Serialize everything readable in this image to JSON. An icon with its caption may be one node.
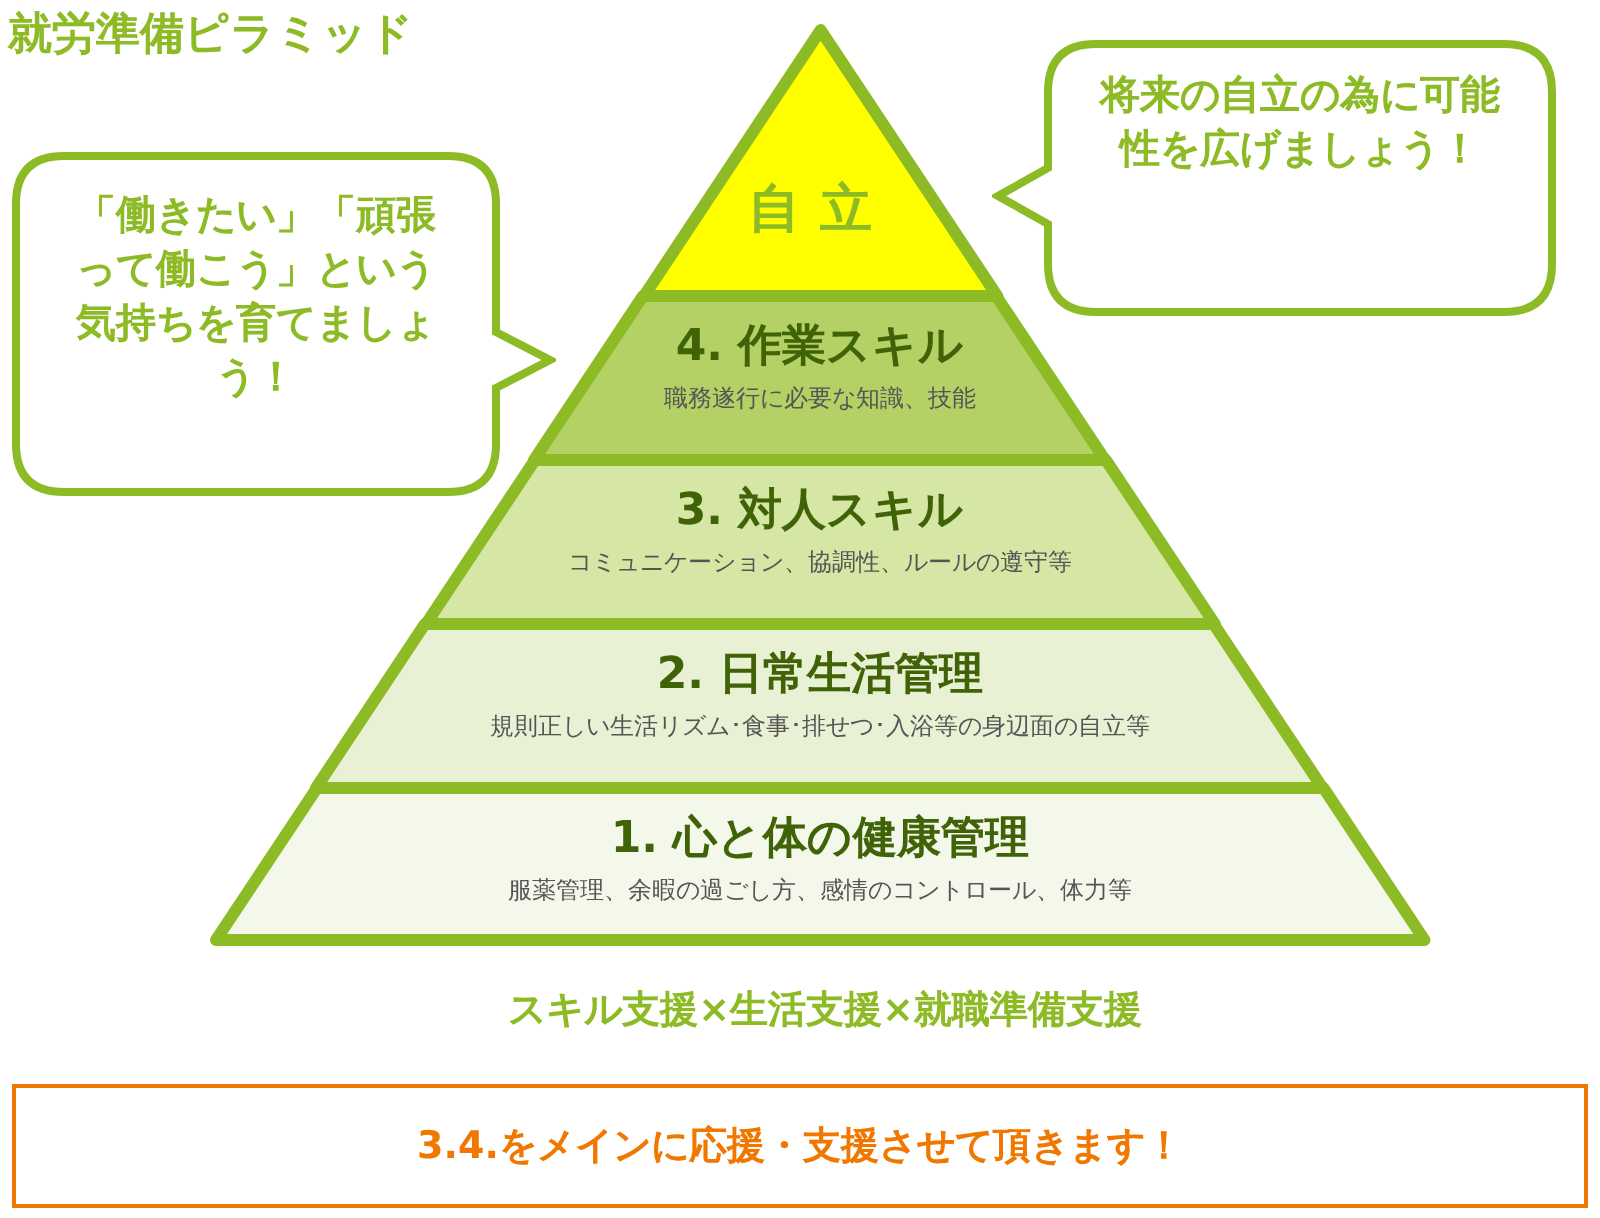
{
  "diagram": {
    "title": "就労準備ピラミッド",
    "nodes": [
      {
        "text": [
          "「**働**きたい」「頑張って働こう」という気持ちを育てましょう！"
        ]
      },
      {
        "text": [
          "自立"
        ]
      },
      {
        "text": [
          "将来の自立の為に**可能性**を広げましょう！"
        ]
      },
      {
        "text": [
          "4. 作業スキル",
          "職務遂行に必要な知識、技能"
        ]
      },
      {
        "text": [
          "3. 対人スキル",
          "コミュニケーション、協調性、ルールの遵守等"
        ]
      },
      {
        "text": [
          "2. 日常生活管理",
          "規則正しい生活リズム･食事･排せつ･入浴等の身辺面の自立等"
        ]
      },
      {
        "text": [
          "1. 心と体の健康管理",
          "服薬管理、余暇の過ごし方、感情のコントロール、体力等"
        ]
      },
      {
        "text": [
          "3.4.をメインに応援・支援させて頂きます！"
        ]
      }
    ],
    "labels": [
      "スキル支援×生活支援×就職準備支援"
    ]
  }
}
